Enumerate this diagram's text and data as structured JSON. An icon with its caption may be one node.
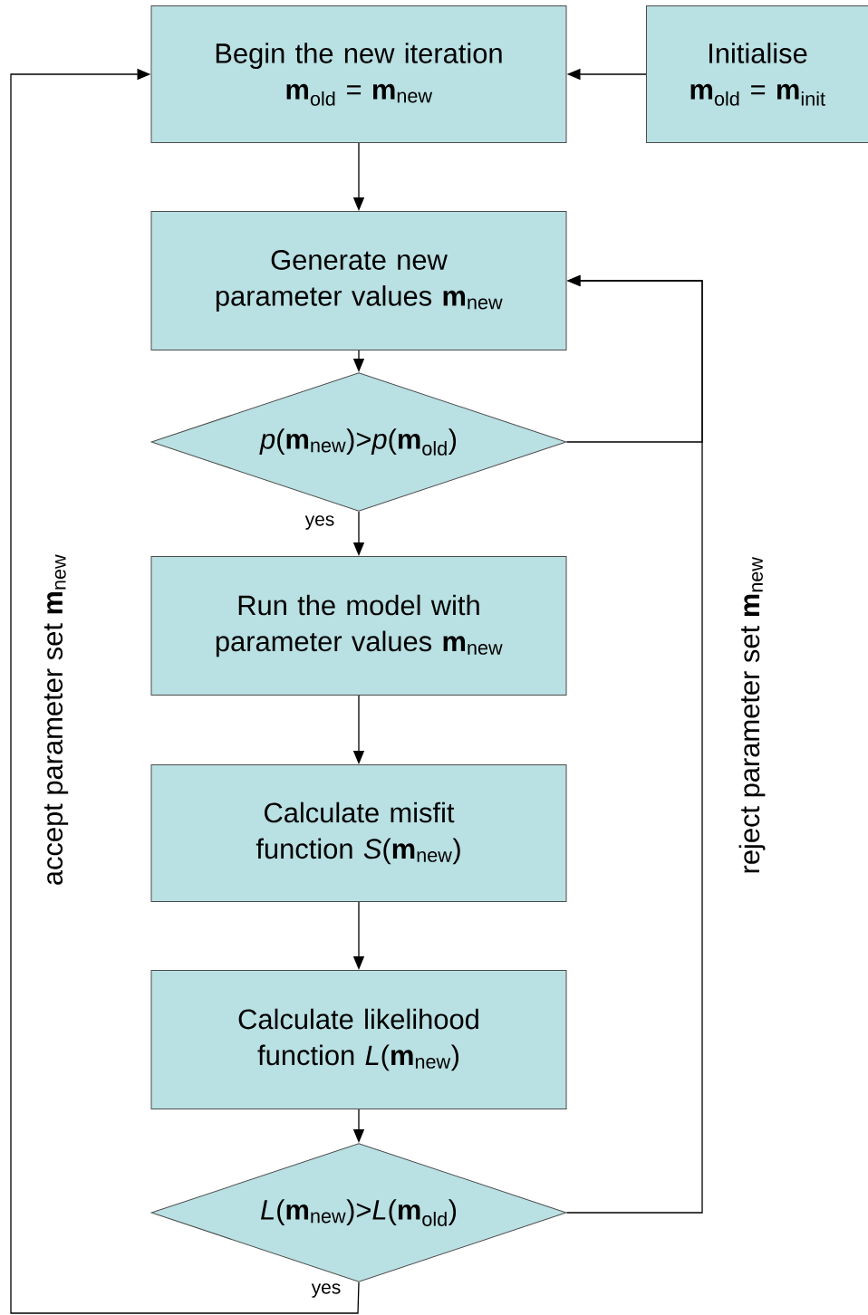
{
  "diagram": {
    "nodes": [
      {
        "text": [
          "Begin the new iteration",
          "**m**$_{old}$ = **m**$_{new}$"
        ]
      },
      {
        "text": [
          "Initialise",
          "**m**$_{old}$ = **m**$_{init}$"
        ]
      },
      {
        "text": [
          "Generate new parameter values **m**$_{new}$"
        ]
      },
      {
        "text": [
          "*p*(**m**$_{new}$)>*p*(**m**$_{old}$)"
        ]
      },
      {
        "text": [
          "Run the model with parameter values **m**$_{new}$"
        ]
      },
      {
        "text": [
          "Calculate misfit function *S*(**m**$_{new}$)"
        ]
      },
      {
        "text": [
          "Calculate likelihood function *L*(**m**$_{new}$)"
        ]
      },
      {
        "text": [
          "*L*(**m**$_{new}$)>*L*(**m**$_{old}$)"
        ]
      }
    ],
    "edges": [
      {
        "from": 1,
        "to": 0,
        "arrow": "to"
      },
      {
        "from": 0,
        "to": 2,
        "arrow": "to"
      },
      {
        "from": 2,
        "to": 3,
        "arrow": "to"
      },
      {
        "from": 3,
        "to": 4,
        "arrow": "to",
        "label": "yes"
      },
      {
        "from": 4,
        "to": 5,
        "arrow": "to"
      },
      {
        "from": 5,
        "to": 6,
        "arrow": "to"
      },
      {
        "from": 6,
        "to": 7,
        "arrow": "to"
      },
      {
        "from": 3,
        "to": 2,
        "arrow": "to"
      },
      {
        "from": 7,
        "to": 2,
        "arrow": "to"
      },
      {
        "from": 7,
        "to": 0,
        "arrow": "to",
        "label": "yes"
      }
    ],
    "labels": [
      "accept parameter set **m**$_{new}$",
      "reject parameter set **m**$_{new}$"
    ]
  }
}
